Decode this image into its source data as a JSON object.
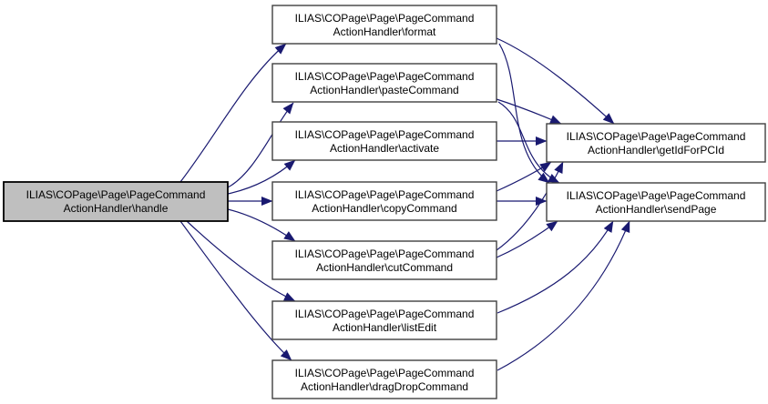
{
  "diagram": {
    "type": "call-graph",
    "colors": {
      "edge": "#191970",
      "node_fill": "#ffffff",
      "node_border": "#404040",
      "highlight_fill": "#bfbfbf",
      "highlight_border": "#000000",
      "text": "#000000",
      "background": "#ffffff"
    },
    "nodes": {
      "handle": {
        "line1": "ILIAS\\COPage\\Page\\PageCommand",
        "line2": "ActionHandler\\handle",
        "highlighted": true
      },
      "format": {
        "line1": "ILIAS\\COPage\\Page\\PageCommand",
        "line2": "ActionHandler\\format",
        "highlighted": false
      },
      "pasteCommand": {
        "line1": "ILIAS\\COPage\\Page\\PageCommand",
        "line2": "ActionHandler\\pasteCommand",
        "highlighted": false
      },
      "activate": {
        "line1": "ILIAS\\COPage\\Page\\PageCommand",
        "line2": "ActionHandler\\activate",
        "highlighted": false
      },
      "copyCommand": {
        "line1": "ILIAS\\COPage\\Page\\PageCommand",
        "line2": "ActionHandler\\copyCommand",
        "highlighted": false
      },
      "cutCommand": {
        "line1": "ILIAS\\COPage\\Page\\PageCommand",
        "line2": "ActionHandler\\cutCommand",
        "highlighted": false
      },
      "listEdit": {
        "line1": "ILIAS\\COPage\\Page\\PageCommand",
        "line2": "ActionHandler\\listEdit",
        "highlighted": false
      },
      "dragDropCommand": {
        "line1": "ILIAS\\COPage\\Page\\PageCommand",
        "line2": "ActionHandler\\dragDropCommand",
        "highlighted": false
      },
      "getIdForPCId": {
        "line1": "ILIAS\\COPage\\Page\\PageCommand",
        "line2": "ActionHandler\\getIdForPCId",
        "highlighted": false
      },
      "sendPage": {
        "line1": "ILIAS\\COPage\\Page\\PageCommand",
        "line2": "ActionHandler\\sendPage",
        "highlighted": false
      }
    },
    "edges": [
      {
        "from": "handle",
        "to": "format"
      },
      {
        "from": "handle",
        "to": "pasteCommand"
      },
      {
        "from": "handle",
        "to": "activate"
      },
      {
        "from": "handle",
        "to": "copyCommand"
      },
      {
        "from": "handle",
        "to": "cutCommand"
      },
      {
        "from": "handle",
        "to": "listEdit"
      },
      {
        "from": "handle",
        "to": "dragDropCommand"
      },
      {
        "from": "format",
        "to": "getIdForPCId"
      },
      {
        "from": "format",
        "to": "sendPage"
      },
      {
        "from": "pasteCommand",
        "to": "getIdForPCId"
      },
      {
        "from": "pasteCommand",
        "to": "sendPage"
      },
      {
        "from": "activate",
        "to": "getIdForPCId"
      },
      {
        "from": "copyCommand",
        "to": "getIdForPCId"
      },
      {
        "from": "copyCommand",
        "to": "sendPage"
      },
      {
        "from": "cutCommand",
        "to": "getIdForPCId"
      },
      {
        "from": "cutCommand",
        "to": "sendPage"
      },
      {
        "from": "listEdit",
        "to": "sendPage"
      },
      {
        "from": "dragDropCommand",
        "to": "sendPage"
      }
    ]
  }
}
